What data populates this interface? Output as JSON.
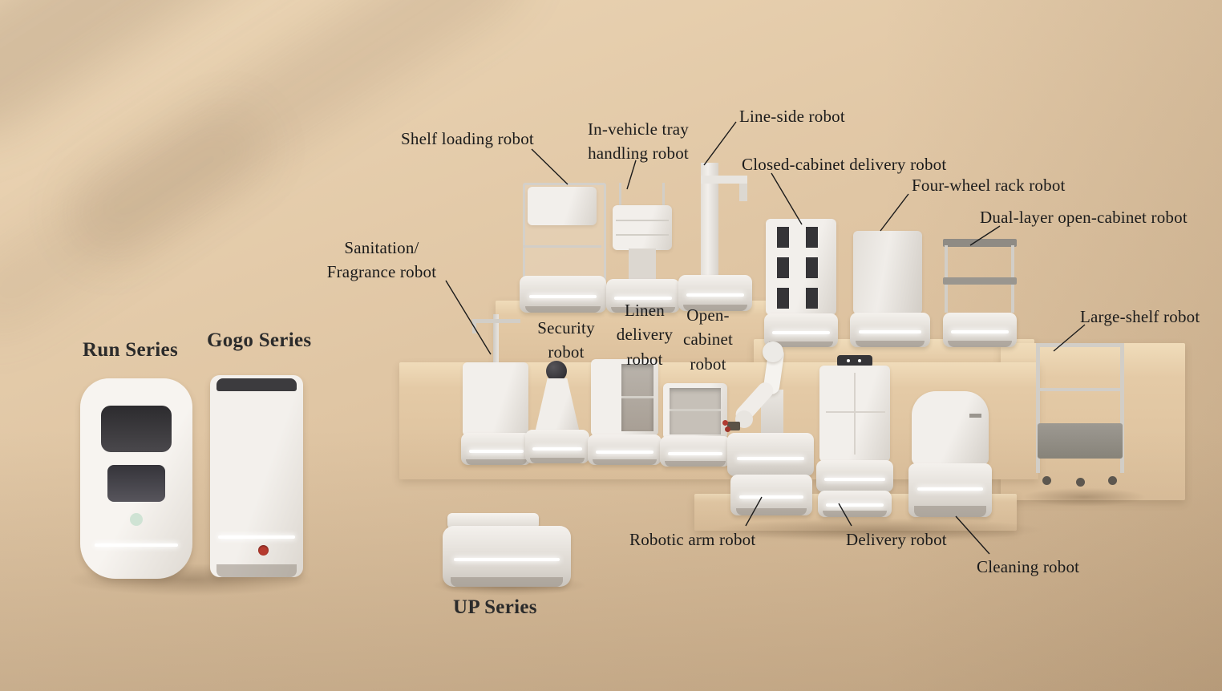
{
  "series": {
    "run": "Run Series",
    "gogo": "Gogo Series",
    "up": "UP Series"
  },
  "callouts": {
    "shelf_loading": "Shelf loading robot",
    "in_vehicle": "In-vehicle tray\nhandling robot",
    "line_side": "Line-side robot",
    "closed_cabinet": "Closed-cabinet delivery robot",
    "four_wheel": "Four-wheel rack robot",
    "dual_layer": "Dual-layer open-cabinet robot",
    "sanitation": "Sanitation/\nFragrance robot",
    "security": "Security\nrobot",
    "linen": "Linen\ndelivery\nrobot",
    "open_cabinet": "Open-\ncabinet\nrobot",
    "large_shelf": "Large-shelf robot",
    "robotic_arm": "Robotic arm robot",
    "delivery": "Delivery robot",
    "cleaning": "Cleaning robot"
  },
  "colors": {
    "background": "#ddc3a1",
    "label_text": "#1b1b1b",
    "robot_body": "#efece8",
    "platform": "#e5cdab",
    "accent_red": "#b63a2e"
  }
}
